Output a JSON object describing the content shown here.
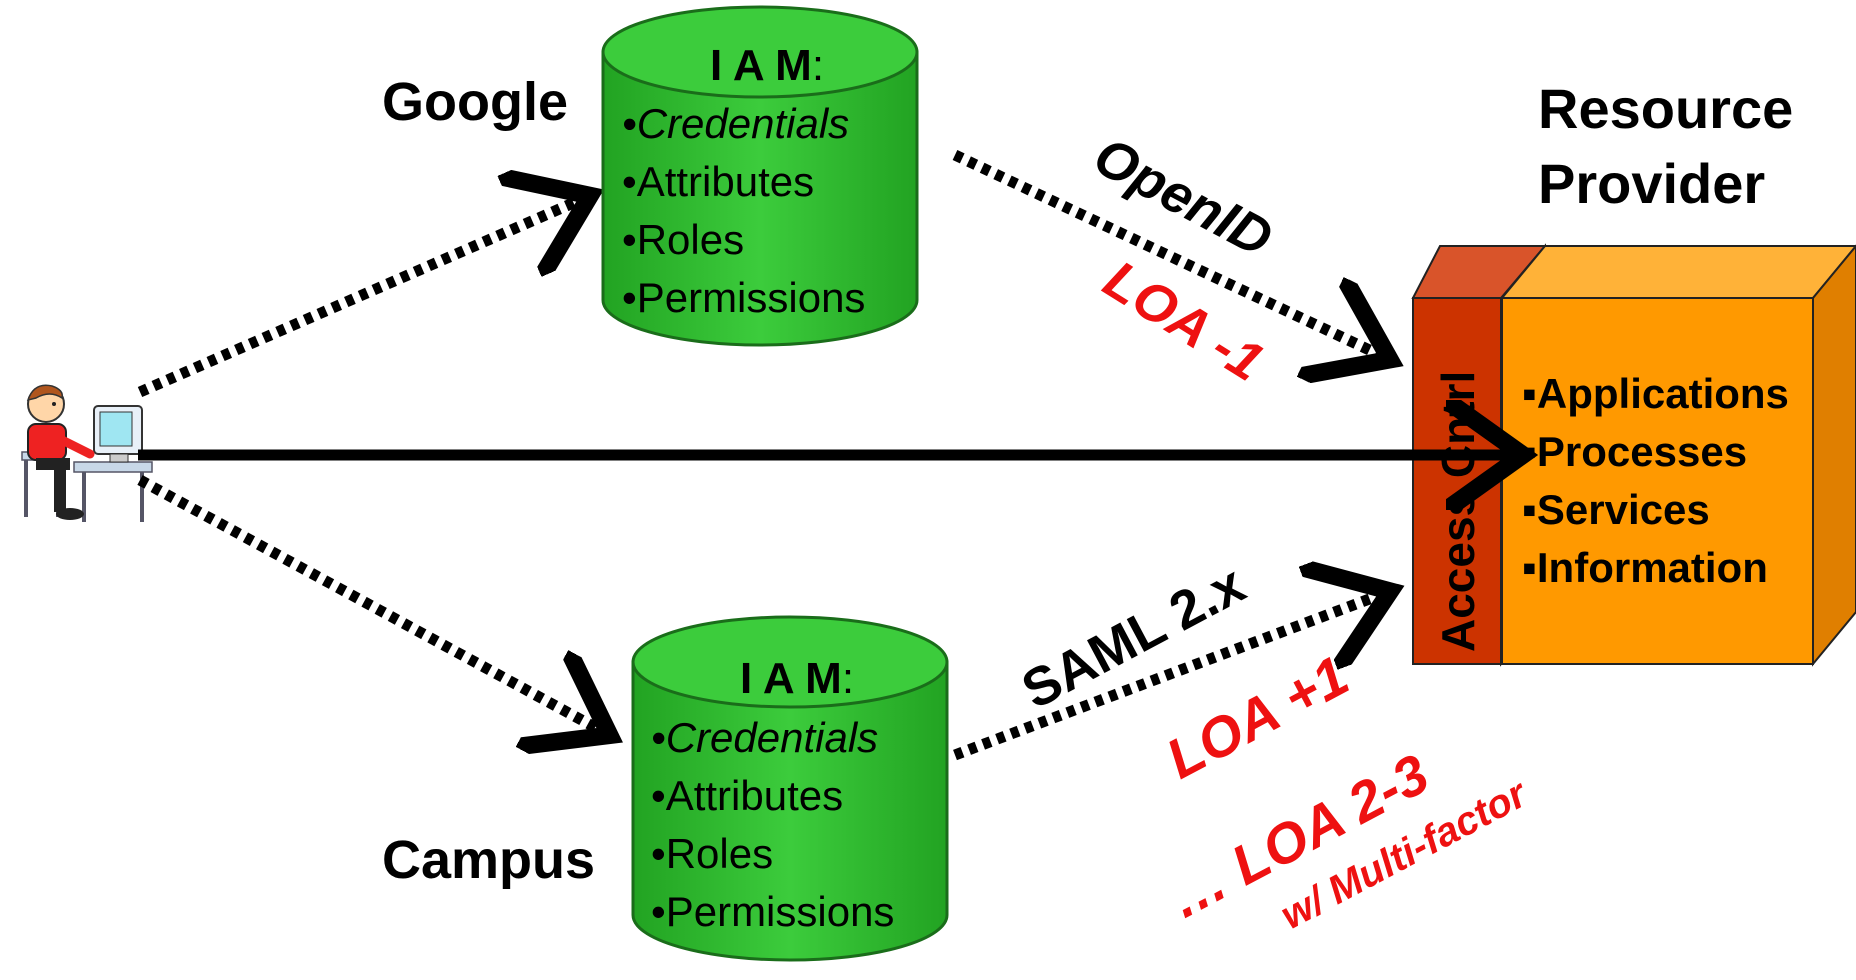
{
  "identity_providers": {
    "google": {
      "label": "Google",
      "iam_title": "I A M",
      "iam_colon": ":",
      "items": [
        "•Credentials",
        "•Attributes",
        "•Roles",
        "•Permissions"
      ]
    },
    "campus": {
      "label": "Campus",
      "iam_title": "I A M",
      "iam_colon": ":",
      "items": [
        "•Credentials",
        "•Attributes",
        "•Roles",
        "•Permissions"
      ]
    }
  },
  "resource_provider": {
    "title_line1": "Resource",
    "title_line2": "Provider",
    "access_control": "Access Cntrl",
    "items": [
      "▪Applications",
      "▪Processes",
      "▪Services",
      "▪Information"
    ]
  },
  "protocols": {
    "openid": "OpenID",
    "saml": "SAML 2.x"
  },
  "assurance": {
    "openid_loa": "LOA -1",
    "saml_loa": "LOA +1",
    "multifactor_loa": "… LOA 2-3",
    "multifactor_note": "w/ Multi-factor"
  },
  "colors": {
    "cylinder_green": "#33bb33",
    "cylinder_edge": "#1a6d1a",
    "access_control_red": "#cc3300",
    "resource_orange": "#ff9900",
    "loa_red": "#ee1111"
  },
  "icons": [
    "user-at-computer-icon",
    "database-icon",
    "server-box-icon"
  ]
}
